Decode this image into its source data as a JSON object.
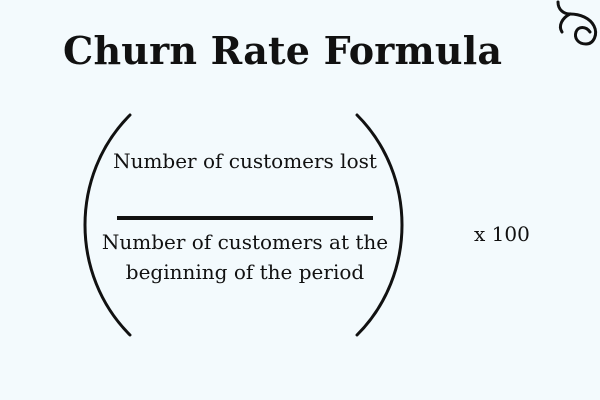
{
  "title": "Churn Rate Formula",
  "formula": {
    "numerator": "Number of customers lost",
    "denominator": "Number of customers at the beginning of the period",
    "multiplier": "x 100"
  },
  "icons": {
    "corner": "swirl-logo-icon"
  },
  "colors": {
    "background": "#f3fafd",
    "text": "#111111"
  }
}
